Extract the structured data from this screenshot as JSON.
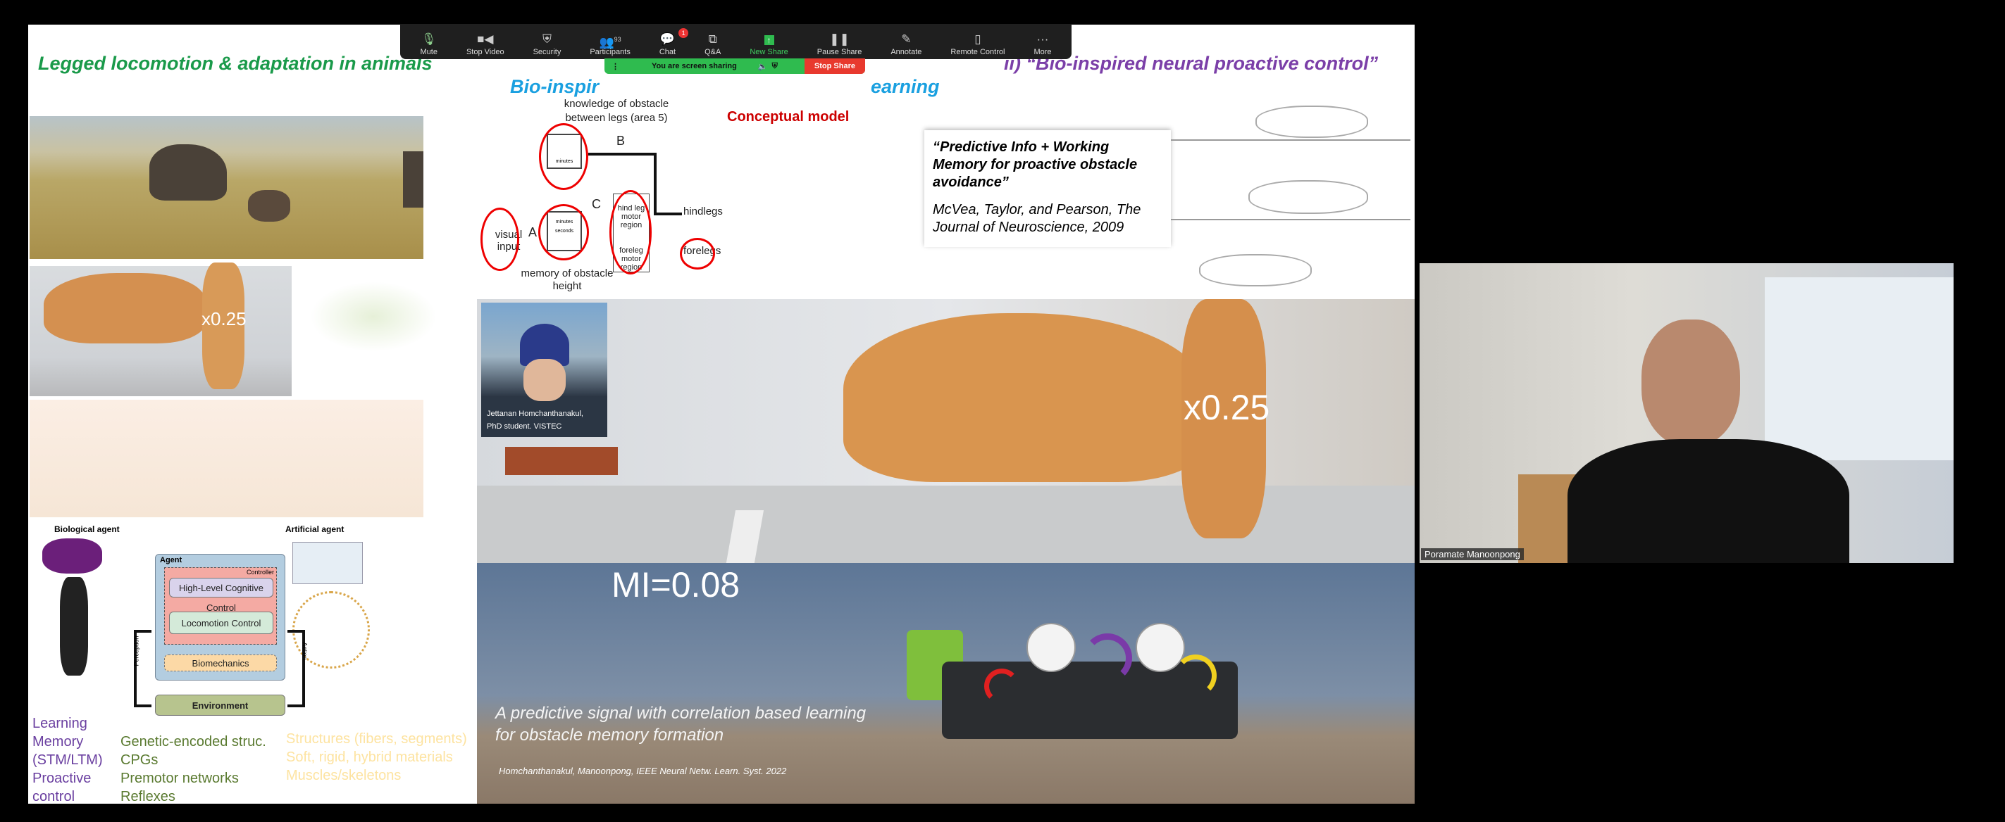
{
  "toolbar": {
    "items": [
      {
        "label": "Mute",
        "icon": "microphone-icon"
      },
      {
        "label": "Stop Video",
        "icon": "video-camera-icon"
      },
      {
        "label": "Security",
        "icon": "shield-icon"
      },
      {
        "label": "Participants",
        "icon": "participants-icon",
        "count": "93"
      },
      {
        "label": "Chat",
        "icon": "chat-icon",
        "badge": "1"
      },
      {
        "label": "Q&A",
        "icon": "qa-icon"
      },
      {
        "label": "New Share",
        "icon": "share-arrow-icon"
      },
      {
        "label": "Pause Share",
        "icon": "pause-icon"
      },
      {
        "label": "Annotate",
        "icon": "pencil-icon"
      },
      {
        "label": "Remote Control",
        "icon": "mouse-icon"
      },
      {
        "label": "More",
        "icon": "more-dots-icon"
      }
    ]
  },
  "sharebar": {
    "status": "You are screen sharing",
    "stop": "Stop Share"
  },
  "slide": {
    "heading_left": "Legged locomotion & adaptation in animals",
    "heading_mid_a": "Bio-inspir",
    "heading_mid_b": "earning",
    "heading_right": "ii) “Bio-inspired neural proactive control”",
    "small_video_speed": "x0.25",
    "diagram_bl": {
      "bio": "Biological agent",
      "art": "Artificial agent",
      "agent": "Agent",
      "controller": "Controller",
      "high": "High-Level Cognitive Control",
      "loco": "Locomotion Control",
      "bio_mech": "Biomechanics",
      "env": "Environment",
      "perception": "Perception",
      "action": "Action"
    },
    "col_purple": [
      "Learning",
      "Memory",
      "(STM/LTM)",
      "Proactive",
      "control"
    ],
    "col_green": [
      "Genetic-encoded struc.",
      "CPGs",
      "Premotor networks",
      "Reflexes"
    ],
    "col_yellow": [
      "Structures (fibers, segments)",
      "Soft, rigid, hybrid materials",
      "Muscles/skeletons"
    ],
    "concept": {
      "knowledge": "knowledge of obstacle between legs (area 5)",
      "title": "Conceptual model",
      "b": "B",
      "c": "C",
      "a": "A",
      "minutes": "minutes",
      "seconds": "seconds",
      "visual": "visual input",
      "memory": "memory of obstacle height",
      "hind": "hind leg motor region",
      "fore": "foreleg motor region",
      "hindlegs": "hindlegs",
      "forelegs": "forelegs"
    },
    "quote": "“Predictive Info + Working Memory for proactive obstacle avoidance”",
    "quote_cite": "McVea, Taylor, and Pearson, The Journal of Neuroscience, 2009",
    "portrait_caption_1": "Jettanan Homchanthanakul,",
    "portrait_caption_2": "PhD student. VISTEC",
    "video_speed": "x0.25",
    "mi": "MI=0.08",
    "caption": "A predictive signal with correlation based learning for obstacle memory formation",
    "citation": "Homchanthanakul, Manoonpong, IEEE Neural Netw. Learn. Syst. 2022"
  },
  "webcam": {
    "name": "Poramate Manoonpong"
  }
}
